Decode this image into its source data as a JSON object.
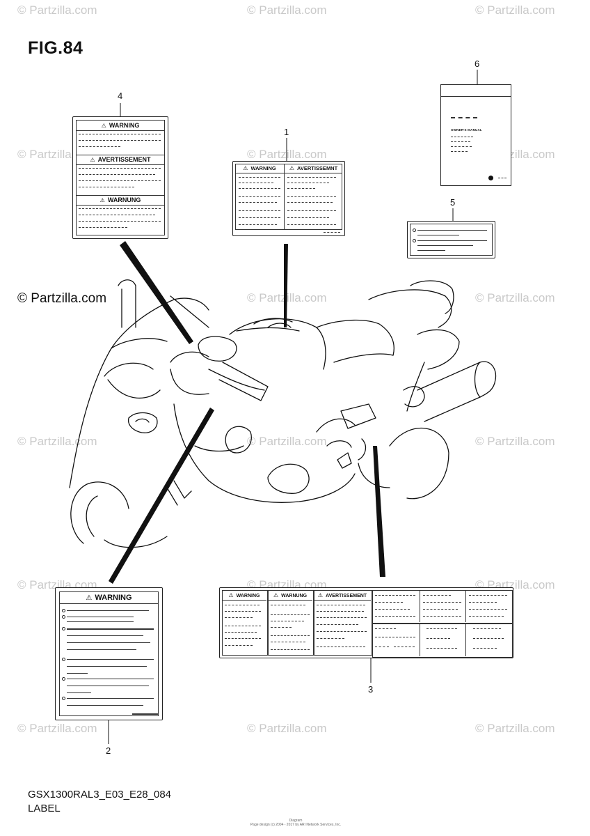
{
  "figure": {
    "title": "FIG.84",
    "model_code": "GSX1300RAL3_E03_E28_084",
    "section": "LABEL"
  },
  "watermark": {
    "text": "© Partzilla.com",
    "prominent_text": "© Partzilla.com"
  },
  "callouts": [
    "1",
    "2",
    "3",
    "4",
    "5",
    "6"
  ],
  "label_texts": {
    "warning": "WARNING",
    "avertissement": "AVERTISSEMENT",
    "warnung": "WARNUNG",
    "avertissemnt": "AVERTISSEMNT",
    "owners_manual": "OWNER'S MANUAL"
  },
  "footer_fineprint": "Page design (c) 2004 - 2017 by ARI Network Services, Inc.",
  "footer_fineprint_top": "Diagram",
  "colors": {
    "line": "#111111",
    "watermark": "#c9c9c9",
    "background": "#ffffff"
  }
}
